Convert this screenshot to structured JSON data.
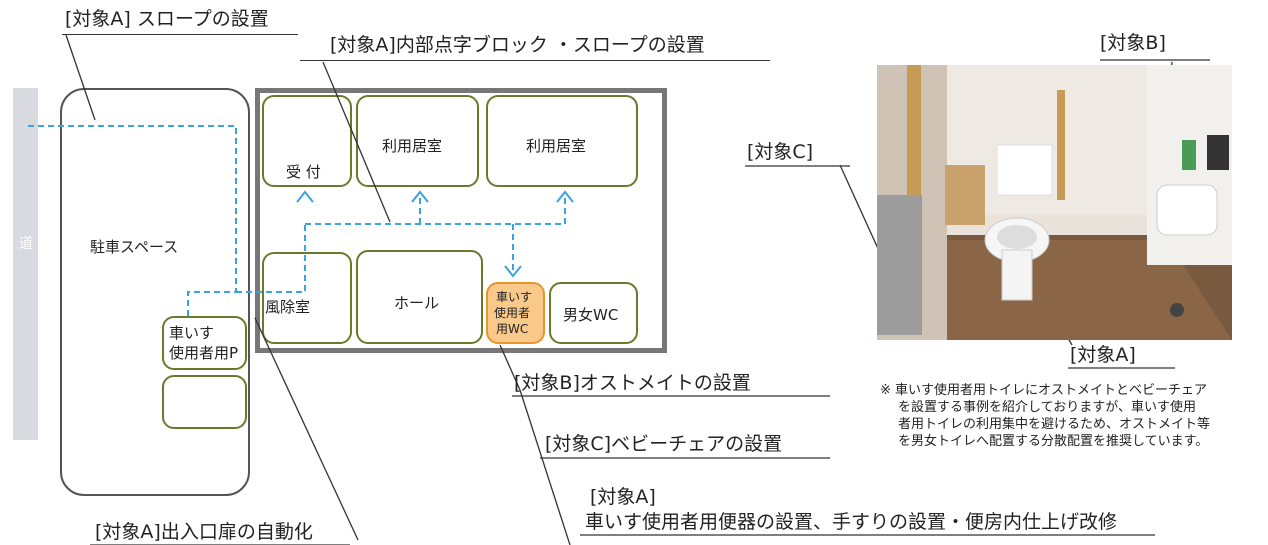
{
  "labels": {
    "slope": "[対象A] スロープの設置",
    "braille": "[対象A]内部点字ブロック ・スロープの設置",
    "ostomate": "[対象B]オストメイトの設置",
    "babychair": "[対象C]ベビーチェアの設置",
    "toilet_line1": "[対象A]",
    "toilet_line2": "車いす使用者用便器の設置、手すりの設置・便房内仕上げ改修",
    "door": "[対象A]出入口扉の自動化"
  },
  "map": {
    "road": "道",
    "parking": "駐車スペース",
    "accessible_parking_line1": "車いす",
    "accessible_parking_line2": "使用者用P",
    "reception": "受 付",
    "living_room_1": "利用居室",
    "living_room_2": "利用居室",
    "vestibule": "風除室",
    "hall": "ホール",
    "accessible_wc_line1": "車いす",
    "accessible_wc_line2": "使用者",
    "accessible_wc_line3": "用WC",
    "general_wc": "男女WC"
  },
  "photo": {
    "tag_b": "[対象B]",
    "tag_c": "[対象C]",
    "tag_a": "[対象A]"
  },
  "note": {
    "line1": "※ 車いす使用者用トイレにオストメイトとベビーチェア",
    "line2": "を設置する事例を紹介しておりますが、車いす使用",
    "line3": "者用トイレの利用集中を避けるため、オストメイト等",
    "line4": "を男女トイレへ配置する分散配置を推奨しています。"
  },
  "colors": {
    "route": "#3aa3e0",
    "room_border": "#6b7a2a",
    "accessible_wc_fill": "#f8c98a",
    "accessible_wc_border": "#e8962a",
    "road": "#d8dadf"
  }
}
